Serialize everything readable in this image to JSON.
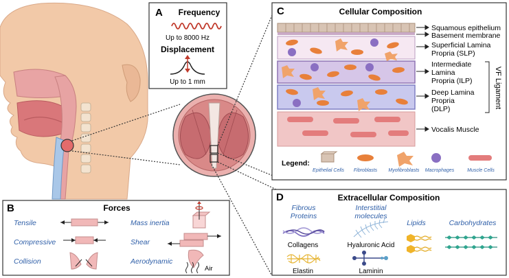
{
  "panelA": {
    "letter": "A",
    "frequency_title": "Frequency",
    "frequency_value": "Up to 8000 Hz",
    "displacement_title": "Displacement",
    "displacement_value": "Up to 1 mm",
    "wave_color": "#c0392b"
  },
  "panelB": {
    "letter": "B",
    "title": "Forces",
    "forces": [
      "Tensile",
      "Compressive",
      "Collision",
      "Mass inertia",
      "Shear",
      "Aerodynamic"
    ],
    "air_label": "Air"
  },
  "panelC": {
    "letter": "C",
    "title": "Cellular Composition",
    "layers": [
      "Squamous epithelium",
      "Basement membrane",
      "Superficial Lamina",
      "Propria (SLP)",
      "Intermediate",
      "Lamina",
      "Propria (ILP)",
      "Deep Lamina",
      "Propria",
      "(DLP)",
      "Vocalis Muscle"
    ],
    "bracket_label": "VF Ligament",
    "legend_title": "Legend:",
    "legend": [
      "Epithelial Cells",
      "Fibroblasts",
      "Myofibroblasts",
      "Macrophages",
      "Muscle Cells"
    ],
    "colors": {
      "slp": "#f6e8f2",
      "ilp": "#d6c6e8",
      "dlp": "#c9c9ee",
      "muscle": "#f1c6c6",
      "fibroblast": "#e8803a",
      "macrophage": "#8a6fc2",
      "epithelium": "#d8c4b4"
    }
  },
  "panelD": {
    "letter": "D",
    "title": "Extracellular Composition",
    "categories": [
      "Fibrous",
      "Proteins",
      "Interstitial",
      "molecules",
      "Lipids",
      "Carbohydrates"
    ],
    "items": [
      "Collagens",
      "Hyaluronic Acid",
      "Elastin",
      "Laminin"
    ]
  }
}
